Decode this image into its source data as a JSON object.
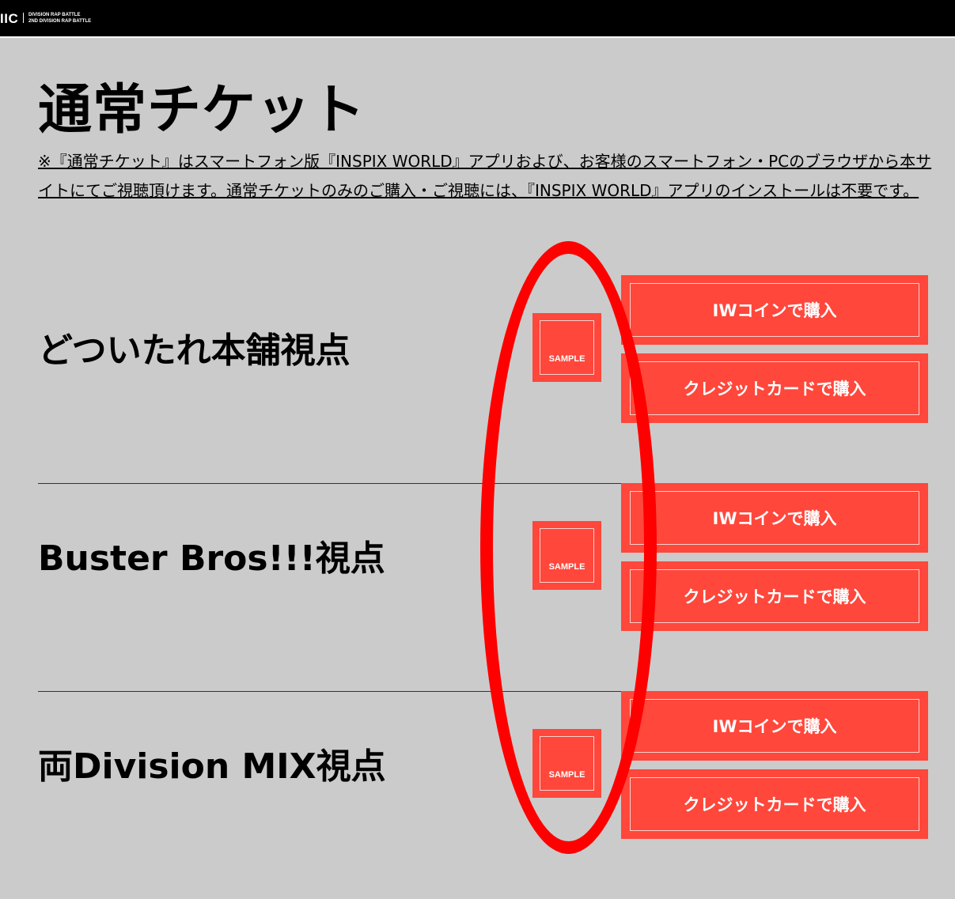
{
  "header": {
    "logo_text": "IIC",
    "logo_sub_line1": "DIVISION RAP BATTLE",
    "logo_sub_line2": "2ND DIVISION RAP BATTLE"
  },
  "page": {
    "title": "通常チケット",
    "notice": "※『通常チケット』はスマートフォン版『INSPIX WORLD』アプリおよび、お客様のスマートフォン・PCのブラウザから本サイトにてご視聴頂けます。通常チケットのみのご購入・ご視聴には、『INSPIX WORLD』アプリのインストールは不要です。"
  },
  "sections": [
    {
      "name": "どついたれ本舗視点",
      "sample_label": "SAMPLE",
      "coin_button": "IWコインで購入",
      "card_button": "クレジットカードで購入"
    },
    {
      "name": "Buster Bros!!!視点",
      "sample_label": "SAMPLE",
      "coin_button": "IWコインで購入",
      "card_button": "クレジットカードで購入"
    },
    {
      "name": "両Division MIX視点",
      "sample_label": "SAMPLE",
      "coin_button": "IWコインで購入",
      "card_button": "クレジットカードで購入"
    }
  ],
  "colors": {
    "accent": "#ff473b",
    "annotation": "#ff0000",
    "background": "#cbcbcb",
    "header": "#000000"
  }
}
